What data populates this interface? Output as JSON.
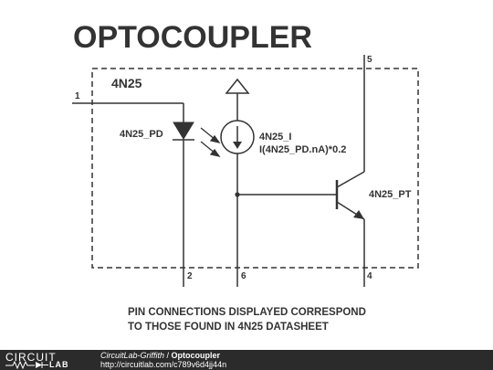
{
  "title": "OPTOCOUPLER",
  "box_label": "4N25",
  "components": {
    "photodiode": "4N25_PD",
    "current_source_name": "4N25_I",
    "current_source_expr": "I(4N25_PD.nA)*0.2",
    "transistor": "4N25_PT"
  },
  "pins": {
    "pin1": "1",
    "pin2": "2",
    "pin4": "4",
    "pin5": "5",
    "pin6": "6"
  },
  "note": {
    "line1": "PIN CONNECTIONS DISPLAYED CORRESPOND",
    "line2": "TO THOSE FOUND IN 4N25 DATASHEET"
  },
  "footer": {
    "logo_top": "CIRCUIT",
    "logo_bottom": "LAB",
    "author": "CircuitLab-Griffith",
    "separator": " / ",
    "circuit_title": "Optocoupler",
    "url": "http://circuitlab.com/c789v6d4jj44n"
  },
  "colors": {
    "ink": "#333333",
    "footer_bg": "#2b2b2b"
  }
}
